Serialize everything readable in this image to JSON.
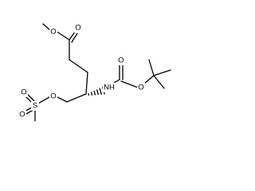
{
  "molecule": {
    "atoms": {
      "ester_o": "O",
      "carbonyl_o1": "O",
      "carbamate_o": "O",
      "carbonyl_o2": "O",
      "nh": "NH",
      "mesyl_o": "O",
      "sulfur": "S",
      "sulfonyl_o_top": "O",
      "sulfonyl_o_bottom": "O"
    }
  }
}
